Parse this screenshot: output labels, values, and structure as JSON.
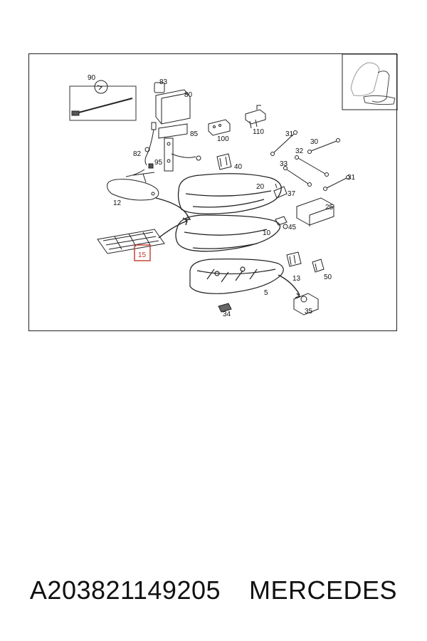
{
  "diagram": {
    "highlight_color": "#c0392b",
    "highlighted_part": "15",
    "callouts": {
      "c90": "90",
      "c83": "83",
      "c80": "80",
      "c85": "85",
      "c82": "82",
      "c95": "95",
      "c100": "100",
      "c110": "110",
      "c31a": "31",
      "c30": "30",
      "c32": "32",
      "c33": "33",
      "c31b": "31",
      "c40": "40",
      "c20": "20",
      "c37": "37",
      "c25": "25",
      "c12": "12",
      "c45": "45",
      "c10": "10",
      "c15": "15",
      "c13": "13",
      "c50": "50",
      "c5": "5",
      "c35": "35",
      "c34": "34"
    }
  },
  "caption": {
    "part_number": "A203821149205",
    "brand": "MERCEDES"
  }
}
